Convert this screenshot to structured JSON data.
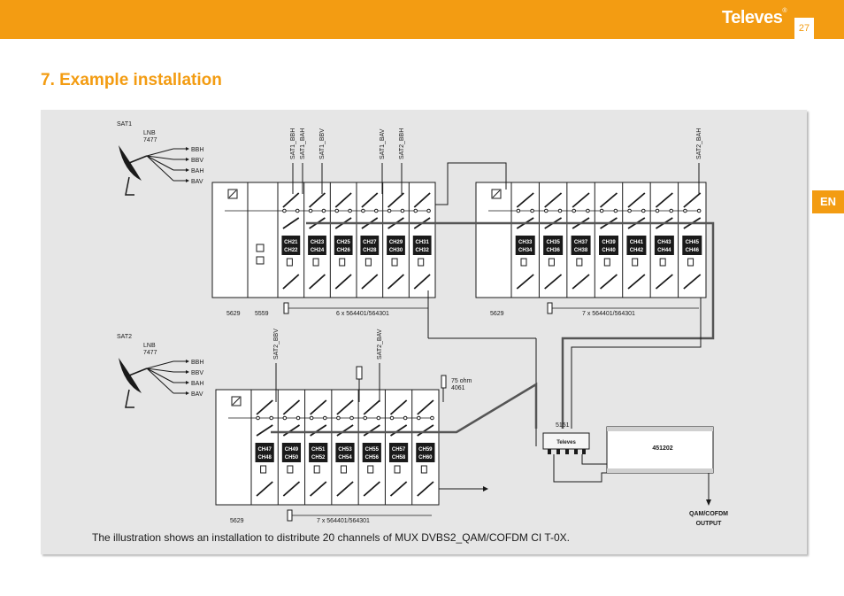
{
  "header": {
    "brand": "Televes",
    "brand_mark": "®",
    "page_number": "27",
    "lang_tab": "EN"
  },
  "section_title": "7. Example installation",
  "caption": "The illustration shows an installation to distribute 20 channels of MUX DVBS2_QAM/COFDM CI T-0X.",
  "colors": {
    "accent": "#f39c12",
    "panel": "#e6e6e6",
    "module": "#ffffff",
    "line": "#1a1a1a",
    "cable": "#555555"
  },
  "diagram": {
    "sat1": {
      "label": "SAT1",
      "lnb": "LNB",
      "lnb_model": "7477",
      "outputs": [
        "BBH",
        "BBV",
        "BAH",
        "BAV"
      ]
    },
    "sat2": {
      "label": "SAT2",
      "lnb": "LNB",
      "lnb_model": "7477",
      "outputs": [
        "BBH",
        "BBV",
        "BAH",
        "BAV"
      ]
    },
    "rack1": {
      "feeds": [
        "SAT1_BBH",
        "SAT1_BAH",
        "SAT1_BBV",
        "SAT1_BAV",
        "SAT2_BBH"
      ],
      "channels": [
        "CH21\nCH22",
        "CH23\nCH24",
        "CH25\nCH26",
        "CH27\nCH28",
        "CH29\nCH30",
        "CH31\nCH32"
      ],
      "labels": {
        "psu": "5629",
        "ctrl": "5559",
        "modules": "6 x 564401/564301"
      }
    },
    "rack2": {
      "feeds": [
        "SAT2_BAH"
      ],
      "channels": [
        "CH33\nCH34",
        "CH35\nCH36",
        "CH37\nCH38",
        "CH39\nCH40",
        "CH41\nCH42",
        "CH43\nCH44",
        "CH45\nCH46"
      ],
      "labels": {
        "psu": "5629",
        "modules": "7 x 564401/564301"
      }
    },
    "rack3": {
      "feeds": [
        "SAT2_BBV",
        "SAT2_BAV"
      ],
      "channels": [
        "CH47\nCH48",
        "CH49\nCH50",
        "CH51\nCH52",
        "CH53\nCH54",
        "CH55\nCH56",
        "CH57\nCH58",
        "CH59\nCH60"
      ],
      "labels": {
        "psu": "5629",
        "modules": "7 x 564401/564301"
      }
    },
    "terminator": {
      "line1": "75 ohm",
      "line2": "4061"
    },
    "combiner": {
      "model": "5151",
      "logo": "Televes"
    },
    "mux": {
      "model": "451202"
    },
    "output": {
      "line1": "QAM/COFDM",
      "line2": "OUTPUT"
    }
  }
}
